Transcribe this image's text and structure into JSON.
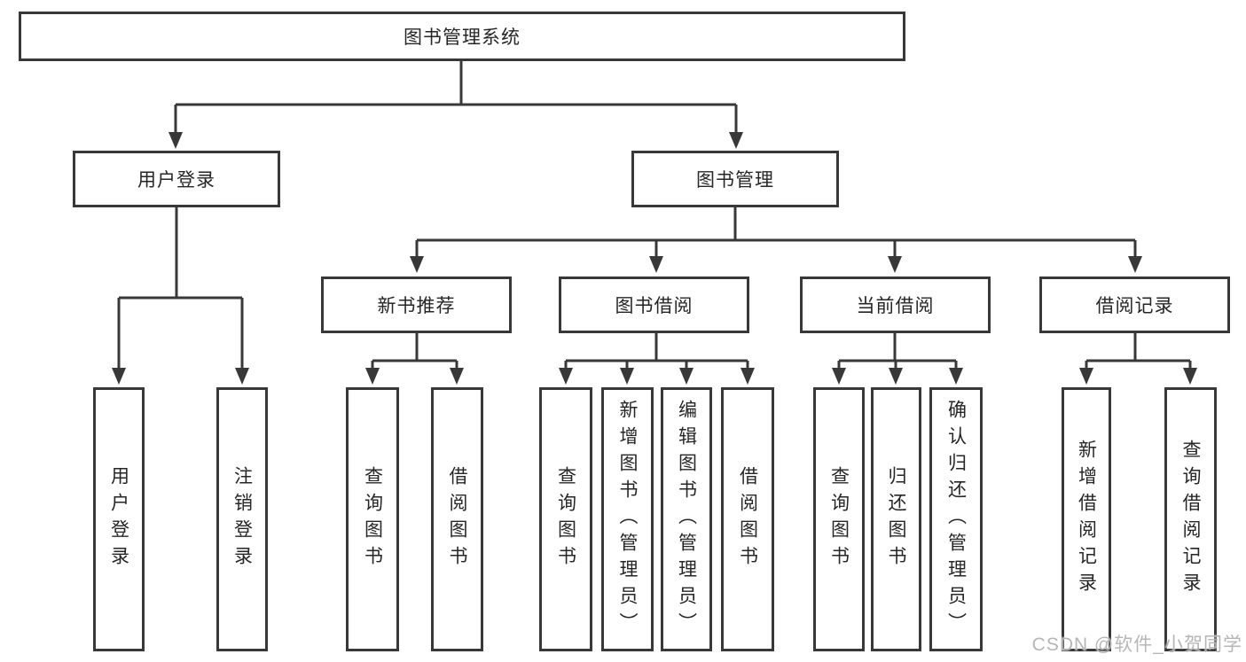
{
  "root": {
    "label": "图书管理系统"
  },
  "branches": [
    {
      "label": "用户登录",
      "leaves": [
        "用户登录",
        "注销登录"
      ]
    },
    {
      "label": "图书管理",
      "groups": [
        {
          "label": "新书推荐",
          "leaves": [
            "查询图书",
            "借阅图书"
          ]
        },
        {
          "label": "图书借阅",
          "leaves": [
            "查询图书",
            "新增图书（管理员）",
            "编辑图书（管理员）",
            "借阅图书"
          ]
        },
        {
          "label": "当前借阅",
          "leaves": [
            "查询图书",
            "归还图书",
            "确认归还（管理员）"
          ]
        },
        {
          "label": "借阅记录",
          "leaves": [
            "新增借阅记录",
            "查询借阅记录"
          ]
        }
      ]
    }
  ],
  "watermark": "CSDN @软件_小贺同学",
  "colors": {
    "line": "#383838",
    "text": "#262626",
    "background": "#ffffff",
    "watermark": "#b2b2b2"
  }
}
